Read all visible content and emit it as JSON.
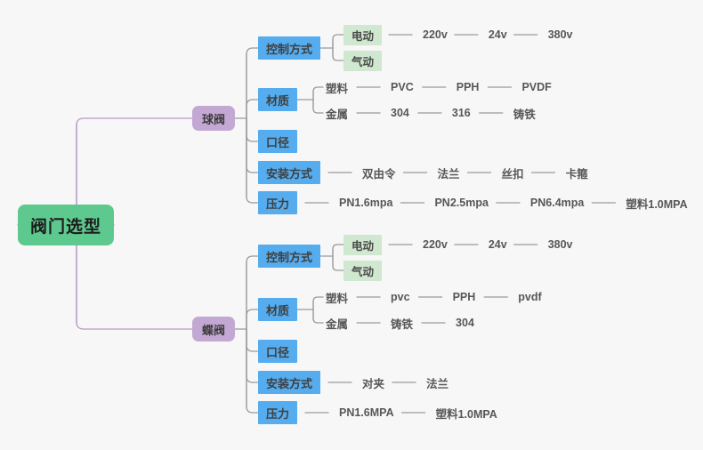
{
  "title": "阀门选型",
  "colors": {
    "background": "#f7f7f7",
    "root": "#5ec98f",
    "branch": "#c3a8d4",
    "category": "#55acee",
    "mode": "#cfe8cf",
    "root_link": "#b79dc9",
    "link": "#9a9a9a",
    "text": "#575757"
  },
  "root": {
    "label": "阀门选型"
  },
  "branches": [
    {
      "label": "球阀",
      "categories": [
        {
          "label": "控制方式",
          "modes": [
            {
              "label": "电动",
              "values": [
                "220v",
                "24v",
                "380v"
              ]
            },
            {
              "label": "气动",
              "values": []
            }
          ]
        },
        {
          "label": "材质",
          "groups": [
            {
              "label": "塑料",
              "values": [
                "PVC",
                "PPH",
                "PVDF"
              ]
            },
            {
              "label": "金属",
              "values": [
                "304",
                "316",
                "铸铁"
              ]
            }
          ]
        },
        {
          "label": "口径",
          "values": []
        },
        {
          "label": "安装方式",
          "values": [
            "双由令",
            "法兰",
            "丝扣",
            "卡箍"
          ]
        },
        {
          "label": "压力",
          "values": [
            "PN1.6mpa",
            "PN2.5mpa",
            "PN6.4mpa",
            "塑料1.0MPA"
          ]
        }
      ]
    },
    {
      "label": "蝶阀",
      "categories": [
        {
          "label": "控制方式",
          "modes": [
            {
              "label": "电动",
              "values": [
                "220v",
                "24v",
                "380v"
              ]
            },
            {
              "label": "气动",
              "values": []
            }
          ]
        },
        {
          "label": "材质",
          "groups": [
            {
              "label": "塑料",
              "values": [
                "pvc",
                "PPH",
                "pvdf"
              ]
            },
            {
              "label": "金属",
              "values": [
                "铸铁",
                "304"
              ]
            }
          ]
        },
        {
          "label": "口径",
          "values": []
        },
        {
          "label": "安装方式",
          "values": [
            "对夹",
            "法兰"
          ]
        },
        {
          "label": "压力",
          "values": [
            "PN1.6MPA",
            "塑料1.0MPA"
          ]
        }
      ]
    }
  ]
}
